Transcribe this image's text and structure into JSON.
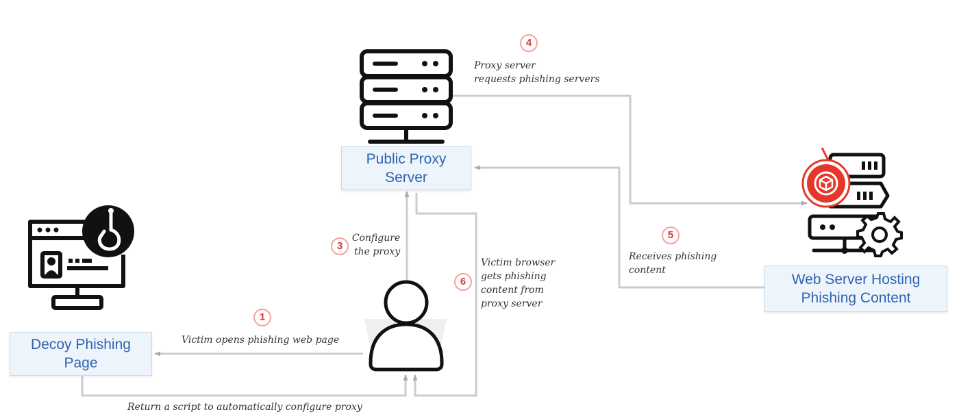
{
  "nodes": {
    "proxy": {
      "line1": "Public Proxy",
      "line2": "Server"
    },
    "web_server": {
      "line1": "Web Server Hosting",
      "line2": "Phishing Content"
    },
    "decoy": {
      "line1": "Decoy Phishing",
      "line2": "Page"
    }
  },
  "steps": {
    "s1": {
      "num": "1",
      "text": "Victim opens phishing web page"
    },
    "s3": {
      "num": "3",
      "line1": "Configure",
      "line2": "the proxy"
    },
    "s4": {
      "num": "4",
      "line1": "Proxy server",
      "line2": "requests phishing servers"
    },
    "s5": {
      "num": "5",
      "line1": "Receives phishing",
      "line2": "content"
    },
    "s6": {
      "num": "6",
      "line1": "Victim browser",
      "line2": "gets phishing",
      "line3": "content from",
      "line4": "proxy server"
    },
    "return": {
      "text": "Return a script to automatically configure proxy"
    }
  },
  "colors": {
    "connector": "#c9ccd1",
    "step_badge": "#e0352b",
    "box_fill": "#eef4fb",
    "box_text": "#2f63b0",
    "icon_accent": "#e5382a"
  },
  "icons": {
    "proxy": "server-rack-icon",
    "web_server": "web-server-gear-icon",
    "decoy": "phishing-monitor-icon",
    "victim": "user-icon"
  }
}
